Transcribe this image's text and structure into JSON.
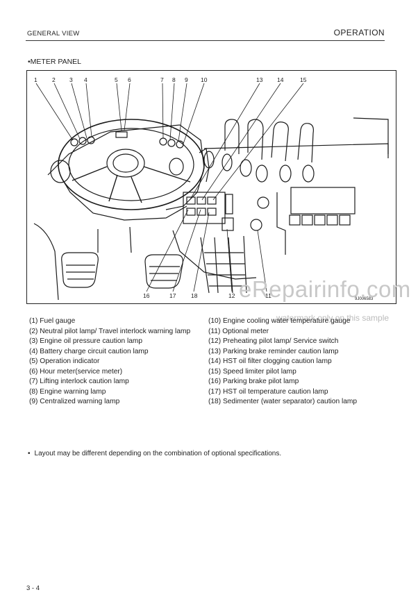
{
  "header": {
    "section": "GENERAL VIEW",
    "chapter": "OPERATION"
  },
  "section_title": "•METER PANEL",
  "figure": {
    "callouts": [
      "1",
      "2",
      "3",
      "4",
      "5",
      "6",
      "7",
      "8",
      "9",
      "10",
      "13",
      "14",
      "15",
      "16",
      "17",
      "18",
      "12",
      "11"
    ],
    "code": "9J006583"
  },
  "legend_left": [
    "(1) Fuel gauge",
    "(2) Neutral pilot lamp/ Travel interlock warning lamp",
    "(3) Engine oil pressure caution lamp",
    "(4) Battery charge circuit caution lamp",
    "(5) Operation indicator",
    "(6) Hour meter(service meter)",
    "(7) Lifting interlock caution lamp",
    "(8) Engine warning lamp",
    "(9) Centralized warning lamp"
  ],
  "legend_right": [
    "(10) Engine cooling water temperature gauge",
    "(11) Optional meter",
    "(12) Preheating pilot lamp/ Service switch",
    "(13) Parking brake reminder caution lamp",
    "(14) HST oil filter clogging caution lamp",
    "(15) Speed limiter pilot lamp",
    "(16) Parking brake pilot lamp",
    "(17) HST oil temperature caution lamp",
    "(18) Sedimenter (water separator) caution lamp"
  ],
  "note": {
    "bullet": "•",
    "text": "Layout may be different depending on the combination of optional specifications."
  },
  "page_number": "3 - 4",
  "watermark": {
    "main": "eRepairinfo.com",
    "sub": "watermark only on this sample"
  }
}
